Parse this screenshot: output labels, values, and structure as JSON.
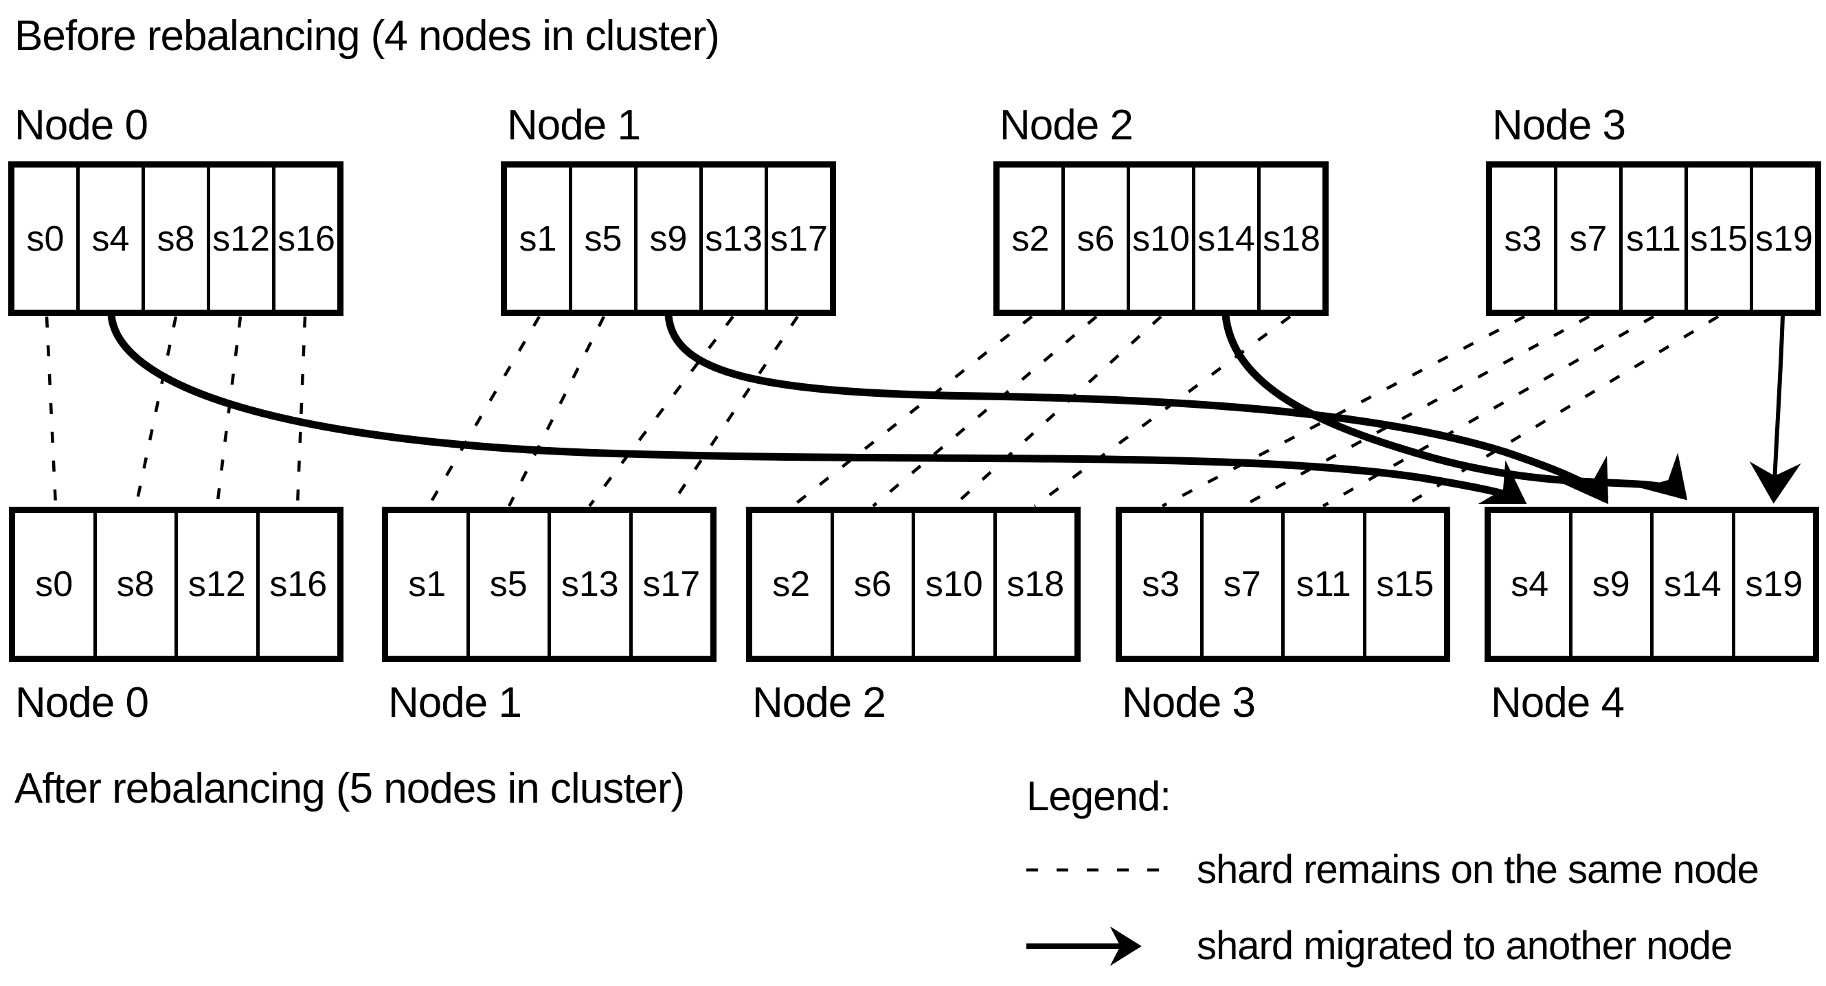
{
  "titles": {
    "before": "Before rebalancing (4 nodes in cluster)",
    "after": "After rebalancing (5 nodes in cluster)"
  },
  "clusters": {
    "before": {
      "node_count": 4,
      "nodes": [
        {
          "label": "Node 0",
          "shards": [
            "s0",
            "s4",
            "s8",
            "s12",
            "s16"
          ]
        },
        {
          "label": "Node 1",
          "shards": [
            "s1",
            "s5",
            "s9",
            "s13",
            "s17"
          ]
        },
        {
          "label": "Node 2",
          "shards": [
            "s2",
            "s6",
            "s10",
            "s14",
            "s18"
          ]
        },
        {
          "label": "Node 3",
          "shards": [
            "s3",
            "s7",
            "s11",
            "s15",
            "s19"
          ]
        }
      ]
    },
    "after": {
      "node_count": 5,
      "nodes": [
        {
          "label": "Node 0",
          "shards": [
            "s0",
            "s8",
            "s12",
            "s16"
          ]
        },
        {
          "label": "Node 1",
          "shards": [
            "s1",
            "s5",
            "s13",
            "s17"
          ]
        },
        {
          "label": "Node 2",
          "shards": [
            "s2",
            "s6",
            "s10",
            "s18"
          ]
        },
        {
          "label": "Node 3",
          "shards": [
            "s3",
            "s7",
            "s11",
            "s15"
          ]
        },
        {
          "label": "Node 4",
          "shards": [
            "s4",
            "s9",
            "s14",
            "s19"
          ]
        }
      ]
    }
  },
  "connections": {
    "remained": [
      {
        "shard": "s0",
        "from": "Node 0",
        "to": "Node 0"
      },
      {
        "shard": "s8",
        "from": "Node 0",
        "to": "Node 0"
      },
      {
        "shard": "s12",
        "from": "Node 0",
        "to": "Node 0"
      },
      {
        "shard": "s16",
        "from": "Node 0",
        "to": "Node 0"
      },
      {
        "shard": "s1",
        "from": "Node 1",
        "to": "Node 1"
      },
      {
        "shard": "s5",
        "from": "Node 1",
        "to": "Node 1"
      },
      {
        "shard": "s13",
        "from": "Node 1",
        "to": "Node 1"
      },
      {
        "shard": "s17",
        "from": "Node 1",
        "to": "Node 1"
      },
      {
        "shard": "s2",
        "from": "Node 2",
        "to": "Node 2"
      },
      {
        "shard": "s6",
        "from": "Node 2",
        "to": "Node 2"
      },
      {
        "shard": "s10",
        "from": "Node 2",
        "to": "Node 2"
      },
      {
        "shard": "s18",
        "from": "Node 2",
        "to": "Node 2"
      },
      {
        "shard": "s3",
        "from": "Node 3",
        "to": "Node 3"
      },
      {
        "shard": "s7",
        "from": "Node 3",
        "to": "Node 3"
      },
      {
        "shard": "s11",
        "from": "Node 3",
        "to": "Node 3"
      },
      {
        "shard": "s15",
        "from": "Node 3",
        "to": "Node 3"
      }
    ],
    "migrated": [
      {
        "shard": "s4",
        "from": "Node 0",
        "to": "Node 4"
      },
      {
        "shard": "s9",
        "from": "Node 1",
        "to": "Node 4"
      },
      {
        "shard": "s14",
        "from": "Node 2",
        "to": "Node 4"
      },
      {
        "shard": "s19",
        "from": "Node 3",
        "to": "Node 4"
      }
    ]
  },
  "legend": {
    "title": "Legend:",
    "items": [
      {
        "sample": "dashed-line",
        "label": "shard remains on the same node"
      },
      {
        "sample": "solid-arrow",
        "label": "shard migrated to another node"
      }
    ]
  },
  "colors": {
    "ink": "#000000",
    "background": "#ffffff"
  }
}
